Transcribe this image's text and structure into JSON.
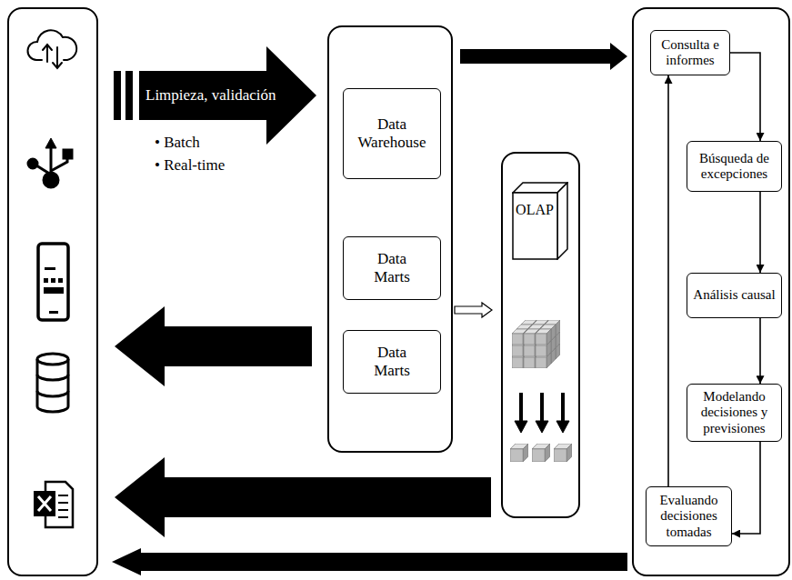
{
  "diagram": {
    "nodes": [
      {
        "text": []
      },
      {
        "text": []
      },
      {
        "text": [
          "Data Warehouse"
        ],
        "in": 1
      },
      {
        "text": [
          "Data Marts"
        ],
        "in": 1
      },
      {
        "text": [
          "Data Marts"
        ],
        "in": 1
      },
      {
        "text": []
      },
      {
        "text": [
          "OLAP"
        ],
        "in": 5
      },
      {
        "text": []
      },
      {
        "text": [
          "Consulta e informes"
        ],
        "in": 7
      },
      {
        "text": [
          "Búsqueda de excepciones"
        ],
        "in": 7
      },
      {
        "text": [
          "Análisis causal"
        ],
        "in": 7
      },
      {
        "text": [
          "Modelando decisiones y previsiones"
        ],
        "in": 7
      },
      {
        "text": [
          "Evaluando decisiones tomadas"
        ],
        "in": 7
      }
    ],
    "edges": [
      {
        "from": 0,
        "to": 1,
        "label": "Limpieza, validación",
        "arrow": "to"
      },
      {
        "from": 1,
        "to": 7,
        "arrow": "to"
      },
      {
        "from": 3,
        "to": 5,
        "arrow": "to"
      },
      {
        "from": 1,
        "to": 0,
        "arrow": "to"
      },
      {
        "from": 5,
        "to": 0,
        "arrow": "to"
      },
      {
        "from": 7,
        "to": 0,
        "arrow": "to"
      },
      {
        "from": 8,
        "to": 9,
        "arrow": "to"
      },
      {
        "from": 9,
        "to": 10,
        "arrow": "to"
      },
      {
        "from": 10,
        "to": 11,
        "arrow": "to"
      },
      {
        "from": 11,
        "to": 12,
        "arrow": "to"
      },
      {
        "from": 12,
        "to": 8,
        "arrow": "to"
      }
    ],
    "labels": [
      "• Batch",
      "• Real-time"
    ]
  }
}
